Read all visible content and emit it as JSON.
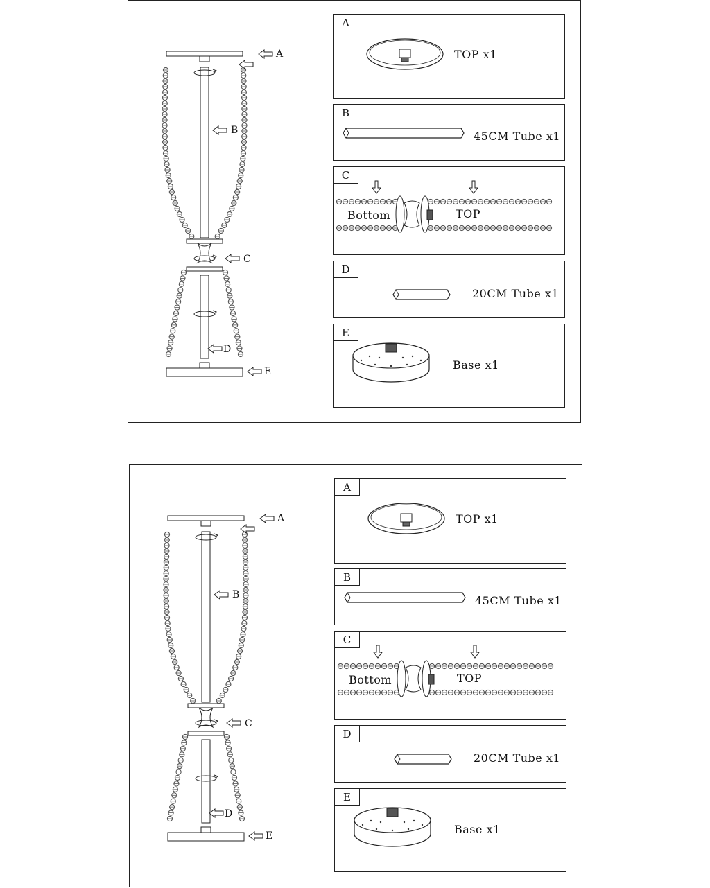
{
  "callouts": [
    "A",
    "B",
    "C",
    "D",
    "E"
  ],
  "parts": [
    {
      "letter": "A",
      "label": "TOP x1"
    },
    {
      "letter": "B",
      "label": "45CM Tube x1"
    },
    {
      "letter": "C",
      "bottom_label": "Bottom",
      "top_label": "TOP"
    },
    {
      "letter": "D",
      "label": "20CM Tube x1"
    },
    {
      "letter": "E",
      "label": "Base x1"
    }
  ],
  "colors": {
    "line": "#222222",
    "bead": "#555555"
  }
}
